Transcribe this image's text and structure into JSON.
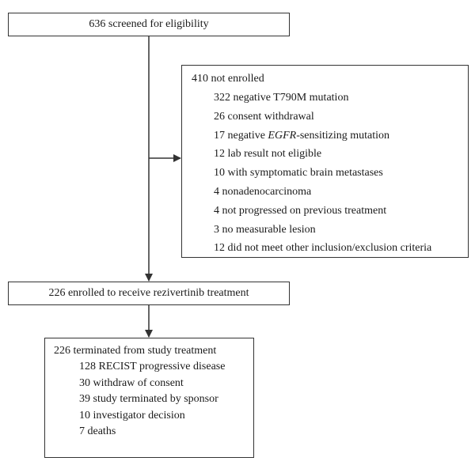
{
  "screened": {
    "label": "636 screened for eligibility"
  },
  "not_enrolled": {
    "label": "410 not enrolled",
    "reasons": [
      {
        "count": "322",
        "text": "negative T790M mutation"
      },
      {
        "count": "26",
        "text": "consent withdrawal"
      },
      {
        "count": "17",
        "text_italic": "EGFR",
        "text": "-sensitizing mutation",
        "prefix": "negative "
      },
      {
        "count": "12",
        "text": "lab result not eligible"
      },
      {
        "count": "10",
        "text": "with symptomatic brain metastases"
      },
      {
        "count": "4",
        "text": "nonadenocarcinoma"
      },
      {
        "count": "4",
        "text": "not progressed on previous treatment"
      },
      {
        "count": "3",
        "text": "no measurable lesion"
      },
      {
        "count": "12",
        "text": "did not meet other inclusion/exclusion criteria"
      }
    ]
  },
  "enrolled": {
    "label": "226 enrolled to receive rezivertinib treatment"
  },
  "terminated": {
    "label": "226 terminated from study treatment",
    "reasons": [
      {
        "count": "128",
        "text": "RECIST progressive disease"
      },
      {
        "count": "30",
        "text": "withdraw of consent"
      },
      {
        "count": "39",
        "text": "study terminated by sponsor"
      },
      {
        "count": "10",
        "text": "investigator decision"
      },
      {
        "count": "7",
        "text": "deaths"
      }
    ]
  },
  "colors": {
    "line": "#333333",
    "text": "#1a1a1a"
  }
}
